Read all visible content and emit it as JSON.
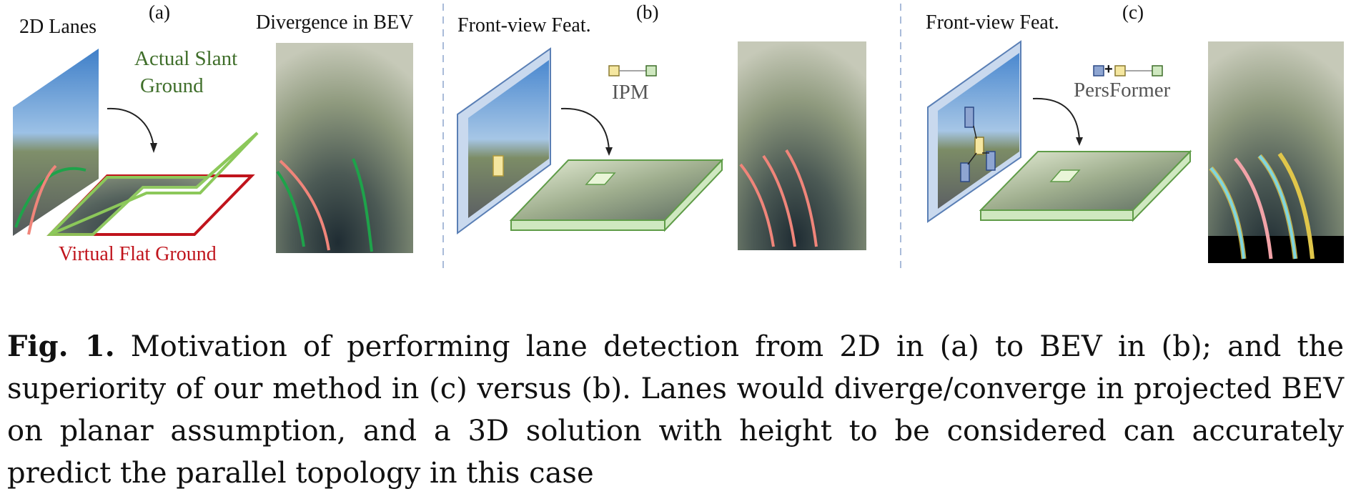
{
  "panels": {
    "a": {
      "letter": "(a)",
      "label_2d": "2D Lanes",
      "label_actual": [
        "Actual Slant",
        "Ground"
      ],
      "label_virtual": "Virtual Flat Ground",
      "label_divergence": "Divergence in BEV"
    },
    "b": {
      "letter": "(b)",
      "label_front": "Front-view Feat.",
      "label_method": "IPM"
    },
    "c": {
      "letter": "(c)",
      "label_front": "Front-view Feat.",
      "label_method": "PersFormer",
      "plus": "+"
    }
  },
  "colors": {
    "actual_ground": "#3f6e2a",
    "virtual_ground": "#c0141c",
    "divider": "#a9bbd9",
    "feat_plane": "#c9d9ee",
    "bev_slab": "#cfe8c0",
    "yellow_cell": "#f5e7a0",
    "blue_cell": "#8ea5d1",
    "green_cell": "#cfe8c0"
  },
  "caption": {
    "label": "Fig. 1.",
    "text": "Motivation of performing lane detection from 2D in (a) to BEV in (b); and the superiority of our method in (c) versus (b). Lanes would diverge/converge in projected BEV on planar assumption, and a 3D solution with height to be considered can accurately predict the parallel topology in this case"
  }
}
